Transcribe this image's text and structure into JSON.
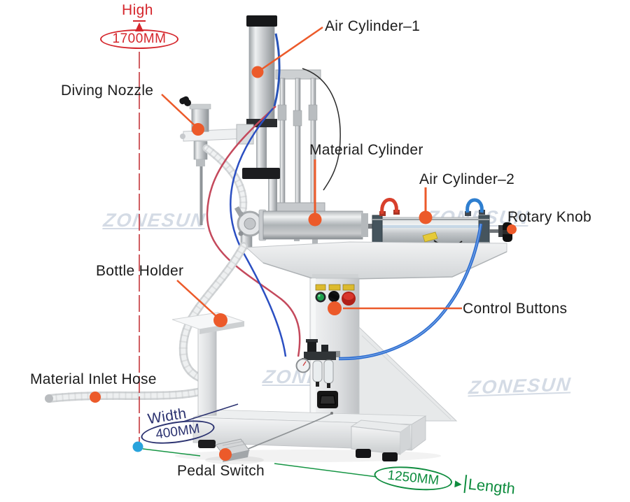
{
  "watermark": {
    "text": "ZONESUN"
  },
  "dimensions": {
    "height": {
      "name": "High",
      "value": "1700MM",
      "color": "#d5262c"
    },
    "width": {
      "name": "Width",
      "value": "400MM",
      "color": "#2b3270"
    },
    "length": {
      "name": "Length",
      "value": "1250MM",
      "marker": "▶",
      "color": "#0e8c3e"
    }
  },
  "callouts": {
    "air_cylinder_1": "Air Cylinder–1",
    "diving_nozzle": "Diving Nozzle",
    "material_cylinder": "Material Cylinder",
    "air_cylinder_2": "Air Cylinder–2",
    "rotary_knob": "Rotary Knob",
    "bottle_holder": "Bottle Holder",
    "control_buttons": "Control Buttons",
    "material_inlet_hose": "Material Inlet Hose",
    "pedal_switch": "Pedal Switch"
  },
  "colors": {
    "callout_accent": "#ec5a2a",
    "height_line_red": "#c5363c",
    "width_dot_blue": "#29a3dc",
    "length_line_green": "#169544",
    "button_green": "#1ea14e",
    "button_red": "#d9362c",
    "hose_blue": "#2a6bd0",
    "hose_red": "#d8402c"
  }
}
